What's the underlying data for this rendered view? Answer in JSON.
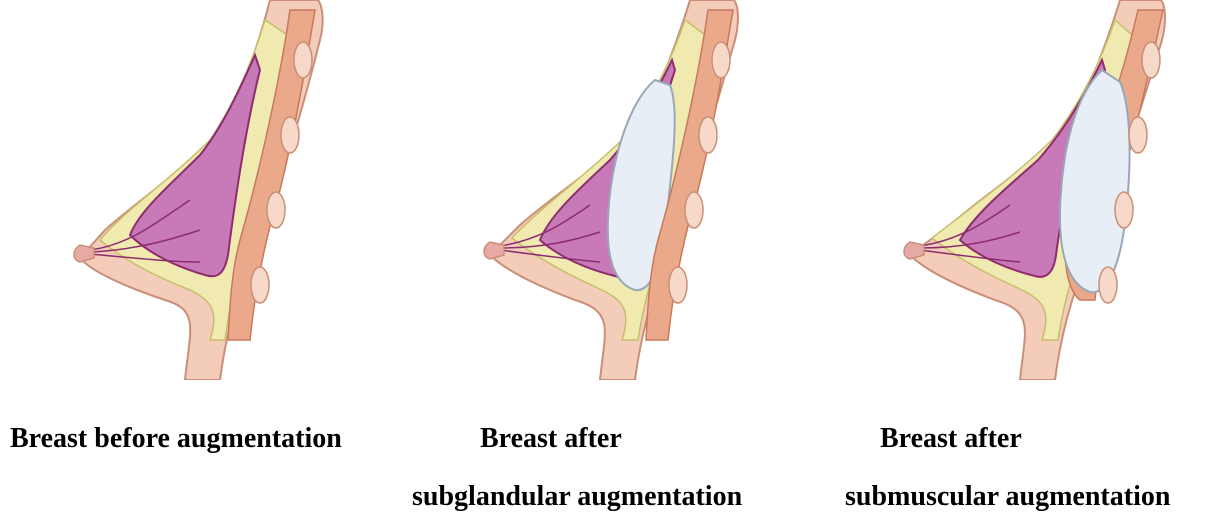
{
  "figures": [
    {
      "id": "before",
      "caption_line1": "Breast before augmentation",
      "caption_line2": "",
      "implant": "none"
    },
    {
      "id": "subglandular",
      "caption_line1": "Breast after",
      "caption_line2": "subglandular augmentation",
      "implant": "subglandular"
    },
    {
      "id": "submuscular",
      "caption_line1": "Breast after",
      "caption_line2": "submuscular augmentation",
      "implant": "submuscular"
    }
  ],
  "colors": {
    "skin": "#f3cdb9",
    "skin_outline": "#c98f78",
    "fat": "#f1eab0",
    "fat_outline": "#c8bd6a",
    "gland": "#c879b8",
    "gland_dark": "#8d2d6e",
    "muscle": "#e9a98a",
    "muscle_fiber": "#c9785c",
    "rib": "#f6d9c9",
    "implant": "#e8eef6",
    "implant_outline": "#9aa7b8"
  }
}
